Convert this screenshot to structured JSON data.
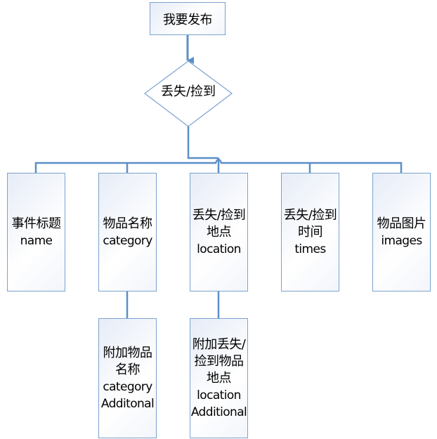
{
  "diagram": {
    "type": "flowchart",
    "colors": {
      "line": "#5b8fc9",
      "box_border": "#7aa3cf",
      "box_fill_top": "#e6ecf7",
      "box_fill": "#ffffff"
    },
    "start": {
      "label": "我要发布"
    },
    "decision": {
      "label": "丢失/捡到"
    },
    "fields": [
      {
        "lines": [
          "事件标题"
        ],
        "en": [
          "name"
        ]
      },
      {
        "lines": [
          "物品名称"
        ],
        "en": [
          "category"
        ]
      },
      {
        "lines": [
          "丢失/捡到",
          "地点"
        ],
        "en": [
          "location"
        ]
      },
      {
        "lines": [
          "丢失/捡到",
          "时间"
        ],
        "en": [
          "times"
        ]
      },
      {
        "lines": [
          "物品图片"
        ],
        "en": [
          "images"
        ]
      }
    ],
    "sub_fields": [
      {
        "parent": 1,
        "lines": [
          "附加物品",
          "名称"
        ],
        "en": [
          "category",
          "Additonal"
        ]
      },
      {
        "parent": 2,
        "lines": [
          "附加丢失/",
          "捡到物品",
          "地点"
        ],
        "en": [
          "location",
          "Additional"
        ]
      }
    ]
  }
}
